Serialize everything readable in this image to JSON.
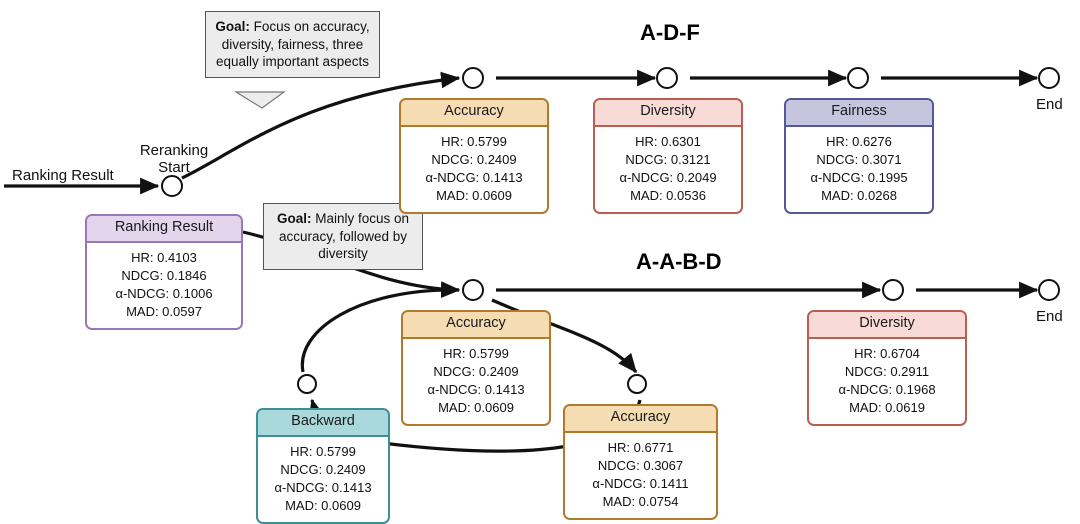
{
  "diagram": {
    "entry_label": "Ranking Result",
    "start_node_label": "Reranking Start",
    "end_label_top": "End",
    "end_label_bottom": "End",
    "titles": {
      "top": "A-D-F",
      "bottom": "A-A-B-D"
    },
    "callouts": {
      "top": {
        "prefix": "Goal:",
        "text": "Focus on accuracy, diversity, fairness, three equally important aspects"
      },
      "bottom": {
        "prefix": "Goal:",
        "text": "Mainly focus on accuracy, followed by diversity"
      }
    },
    "metric_keys": {
      "hr": "HR",
      "ndcg": "NDCG",
      "andcg": "α-NDCG",
      "mad": "MAD"
    },
    "colors": {
      "accuracy_fill": "#f5dcb3",
      "accuracy_border": "#b07a2a",
      "diversity_fill": "#f8dbd7",
      "diversity_border": "#bb5d52",
      "fairness_fill": "#c5c5de",
      "fairness_border": "#56569b",
      "ranking_fill": "#e3d5ec",
      "ranking_border": "#9a77b5",
      "backward_fill": "#a9d9da",
      "backward_border": "#3d8e96",
      "callout_fill": "#ececec",
      "edge": "#111111"
    },
    "cards": {
      "ranking_result": {
        "title": "Ranking Result",
        "hr": "HR: 0.4103",
        "ndcg": "NDCG: 0.1846",
        "andcg": "α-NDCG: 0.1006",
        "mad": "MAD: 0.0597"
      },
      "top_accuracy": {
        "title": "Accuracy",
        "hr": "HR: 0.5799",
        "ndcg": "NDCG: 0.2409",
        "andcg": "α-NDCG: 0.1413",
        "mad": "MAD: 0.0609"
      },
      "top_diversity": {
        "title": "Diversity",
        "hr": "HR: 0.6301",
        "ndcg": "NDCG: 0.3121",
        "andcg": "α-NDCG: 0.2049",
        "mad": "MAD: 0.0536"
      },
      "top_fairness": {
        "title": "Fairness",
        "hr": "HR: 0.6276",
        "ndcg": "NDCG: 0.3071",
        "andcg": "α-NDCG: 0.1995",
        "mad": "MAD: 0.0268"
      },
      "bot_accuracy1": {
        "title": "Accuracy",
        "hr": "HR: 0.5799",
        "ndcg": "NDCG: 0.2409",
        "andcg": "α-NDCG: 0.1413",
        "mad": "MAD: 0.0609"
      },
      "bot_accuracy2": {
        "title": "Accuracy",
        "hr": "HR: 0.6771",
        "ndcg": "NDCG: 0.3067",
        "andcg": "α-NDCG: 0.1411",
        "mad": "MAD: 0.0754"
      },
      "bot_backward": {
        "title": "Backward",
        "hr": "HR: 0.5799",
        "ndcg": "NDCG: 0.2409",
        "andcg": "α-NDCG: 0.1413",
        "mad": "MAD: 0.0609"
      },
      "bot_diversity": {
        "title": "Diversity",
        "hr": "HR: 0.6704",
        "ndcg": "NDCG: 0.2911",
        "andcg": "α-NDCG: 0.1968",
        "mad": "MAD: 0.0619"
      }
    }
  }
}
